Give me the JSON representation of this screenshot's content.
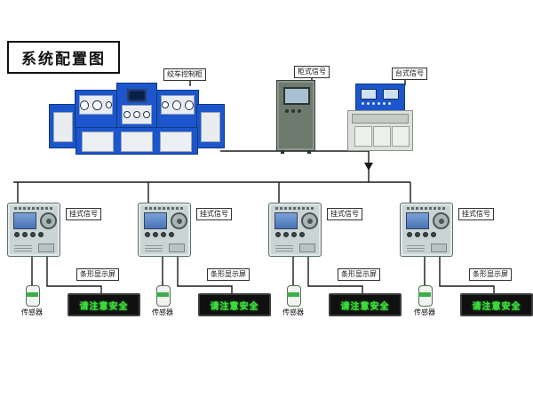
{
  "title": "系统配置图",
  "labels": {
    "winch_console": "绞车控制柜",
    "cabinet_signal": "柜式信号",
    "desk_signal": "台式信号"
  },
  "stations": [
    {
      "signal": "挂式信号",
      "sensor": "传感器",
      "display": "条形显示屏",
      "display_text": "请注意安全"
    },
    {
      "signal": "挂式信号",
      "sensor": "传感器",
      "display": "条形显示屏",
      "display_text": "请注意安全"
    },
    {
      "signal": "挂式信号",
      "sensor": "传感器",
      "display": "条形显示屏",
      "display_text": "请注意安全"
    },
    {
      "signal": "挂式信号",
      "sensor": "传感器",
      "display": "条形显示屏",
      "display_text": "请注意安全"
    }
  ],
  "colors": {
    "console_blue": "#1b56cc",
    "led_green": "#3ce23c",
    "line": "#1a1a1a"
  }
}
